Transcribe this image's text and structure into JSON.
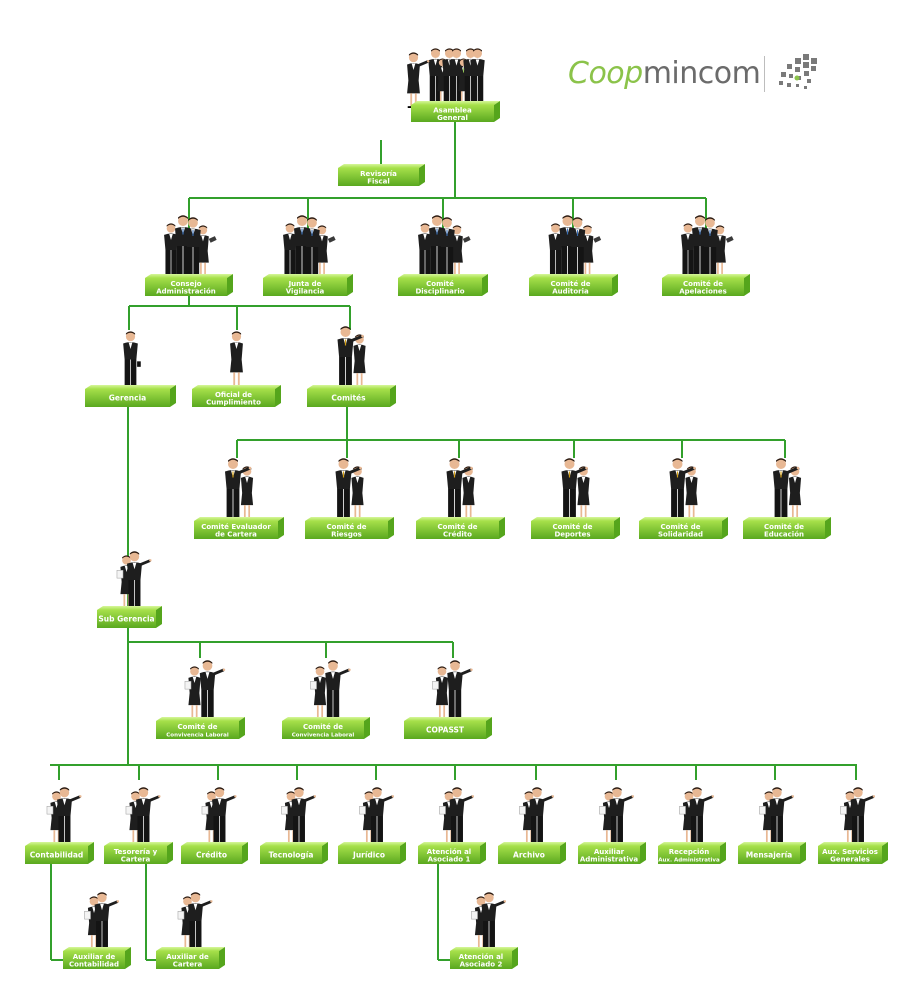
{
  "logo": {
    "brand_part1": "Coop",
    "brand_part2": "mincom"
  },
  "colors": {
    "line": "#33a02c",
    "box_light": "#9fe042",
    "box_dark": "#55a51c",
    "suit": "#1e1e1e",
    "skin": "#e8b894",
    "shirt": "#ffffff",
    "logo_green": "#8bc34a",
    "logo_gray": "#6b6b6b"
  },
  "nodes": {
    "asamblea": {
      "lines": [
        "Asamblea",
        "General"
      ]
    },
    "revisoria": {
      "lines": [
        "Revisoría",
        "Fiscal"
      ]
    },
    "consejo": {
      "lines": [
        "Consejo",
        "Administración"
      ]
    },
    "junta": {
      "lines": [
        "Junta de",
        "Vigilancia"
      ]
    },
    "disciplinario": {
      "lines": [
        "Comité",
        "Disciplinario"
      ]
    },
    "auditoria": {
      "lines": [
        "Comité de",
        "Auditoria"
      ]
    },
    "apelaciones": {
      "lines": [
        "Comité de",
        "Apelaciones"
      ]
    },
    "gerencia": {
      "lines": [
        "Gerencia"
      ]
    },
    "oficial": {
      "lines": [
        "Oficial de",
        "Cumplimiento"
      ]
    },
    "comites": {
      "lines": [
        "Comités"
      ]
    },
    "evaluador": {
      "lines": [
        "Comité Evaluador",
        "de Cartera"
      ]
    },
    "riesgos": {
      "lines": [
        "Comité de",
        "Riesgos"
      ]
    },
    "credito_c": {
      "lines": [
        "Comité de",
        "Crédito"
      ]
    },
    "deportes": {
      "lines": [
        "Comité de",
        "Deportes"
      ]
    },
    "solidaridad": {
      "lines": [
        "Comité de",
        "Solidaridad"
      ]
    },
    "educacion": {
      "lines": [
        "Comité de",
        "Educación"
      ]
    },
    "subgerencia": {
      "lines": [
        "Sub Gerencia"
      ]
    },
    "convivencia1": {
      "lines": [
        "Comité de",
        "Convivencia Laboral"
      ]
    },
    "convivencia2": {
      "lines": [
        "Comité de",
        "Convivencia Laboral"
      ]
    },
    "copasst": {
      "lines": [
        "COPASST"
      ]
    },
    "contabilidad": {
      "lines": [
        "Contabilidad"
      ]
    },
    "tesoreria": {
      "lines": [
        "Tesorería y",
        "Cartera"
      ]
    },
    "credito": {
      "lines": [
        "Crédito"
      ]
    },
    "tecnologia": {
      "lines": [
        "Tecnología"
      ]
    },
    "juridico": {
      "lines": [
        "Jurídico"
      ]
    },
    "atencion1": {
      "lines": [
        "Atención al",
        "Asociado 1"
      ]
    },
    "archivo": {
      "lines": [
        "Archivo"
      ]
    },
    "aux_admin": {
      "lines": [
        "Auxiliar",
        "Administrativa"
      ]
    },
    "recepcion": {
      "lines": [
        "Recepción",
        "Aux. Administrativa"
      ]
    },
    "mensajeria": {
      "lines": [
        "Mensajería"
      ]
    },
    "servicios": {
      "lines": [
        "Aux. Servicios",
        "Generales"
      ]
    },
    "aux_contab": {
      "lines": [
        "Auxiliar de",
        "Contabilidad"
      ]
    },
    "aux_cartera": {
      "lines": [
        "Auxiliar de",
        "Cartera"
      ]
    },
    "atencion2": {
      "lines": [
        "Atención al",
        "Asociado 2"
      ]
    }
  }
}
